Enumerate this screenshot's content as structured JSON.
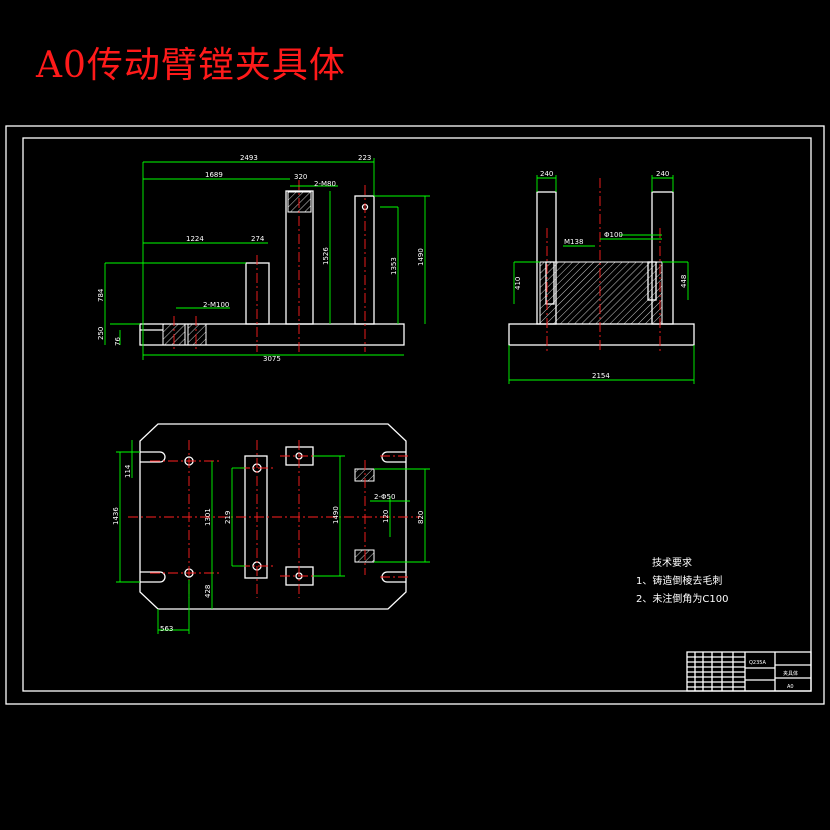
{
  "title": "A0传动臂镗夹具体",
  "front_view": {
    "dims": [
      "2493",
      "1689",
      "320",
      "223",
      "2-M80",
      "1224",
      "274",
      "1526",
      "1353",
      "1490",
      "784",
      "250",
      "76",
      "2-M100",
      "3075"
    ]
  },
  "side_view": {
    "dims": [
      "240",
      "240",
      "M138",
      "Φ100",
      "410",
      "448",
      "2154"
    ]
  },
  "top_view": {
    "dims": [
      "1436",
      "1301",
      "219",
      "1490",
      "820",
      "2-Φ50",
      "120",
      "563",
      "428",
      "114"
    ]
  },
  "notes": {
    "heading": "技术要求",
    "items": [
      "1、铸造倒棱去毛刺",
      "2、未注倒角为C100"
    ]
  },
  "title_block": {
    "material": "Q235A",
    "name": "夹具体",
    "sheet": "A0"
  },
  "colors": {
    "title": "#ff1a1a",
    "outline": "#ffffff",
    "dimension": "#00ff00",
    "centerline": "#ff2020"
  }
}
